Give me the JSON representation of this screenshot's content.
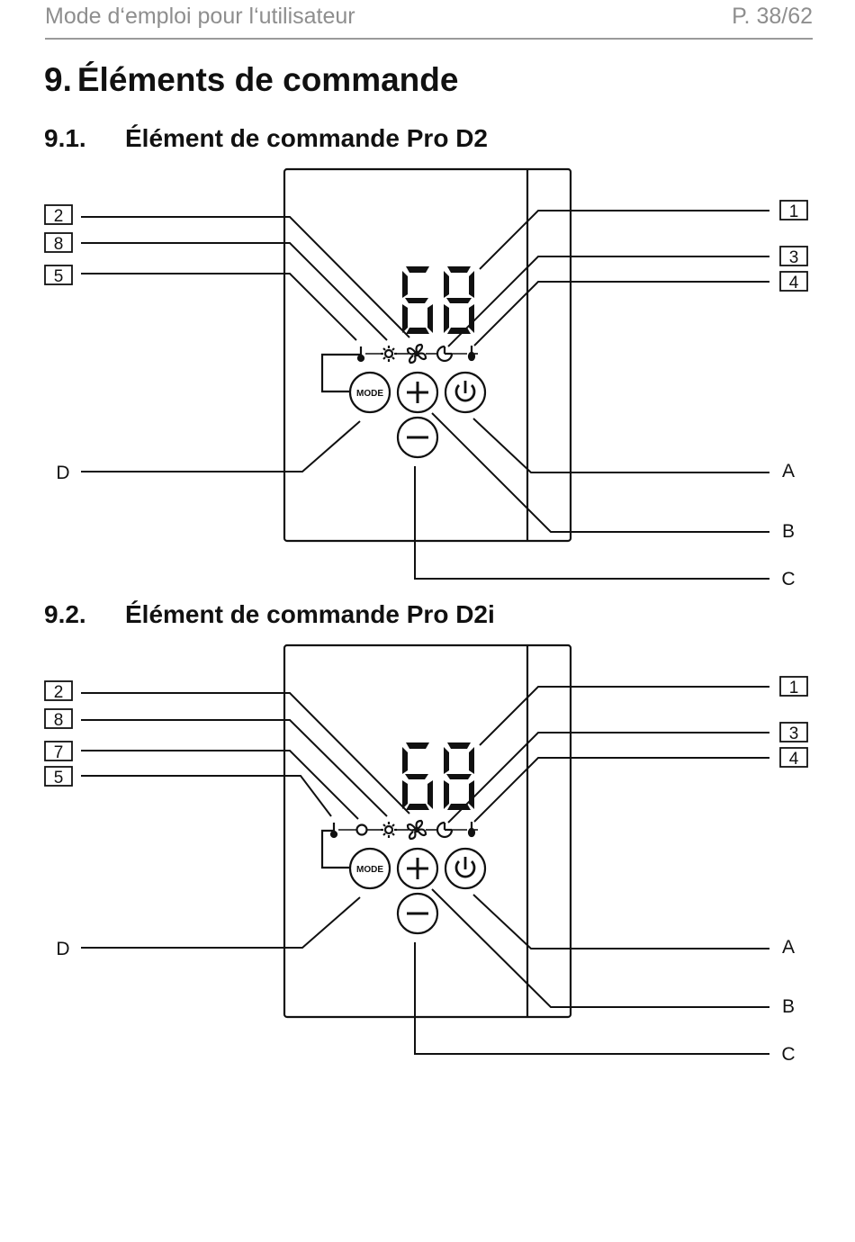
{
  "header": {
    "title": "Mode d‘emploi pour l‘utilisateur",
    "page": "P. 38/62"
  },
  "chapter": {
    "number": "9.",
    "title": "Éléments de commande"
  },
  "sections": [
    {
      "number": "9.1.",
      "title": "Élément de commande Pro D2"
    },
    {
      "number": "9.2.",
      "title": "Élément de commande Pro D2i"
    }
  ],
  "figure1": {
    "display": "68",
    "mode_label": "MODE",
    "left_callouts": [
      "2",
      "8",
      "5"
    ],
    "right_callouts": [
      "1",
      "3",
      "4"
    ],
    "letters": {
      "A": "A",
      "B": "B",
      "C": "C",
      "D": "D"
    }
  },
  "figure2": {
    "display": "68",
    "mode_label": "MODE",
    "left_callouts": [
      "2",
      "8",
      "7",
      "5"
    ],
    "right_callouts": [
      "1",
      "3",
      "4"
    ],
    "letters": {
      "A": "A",
      "B": "B",
      "C": "C",
      "D": "D"
    }
  }
}
